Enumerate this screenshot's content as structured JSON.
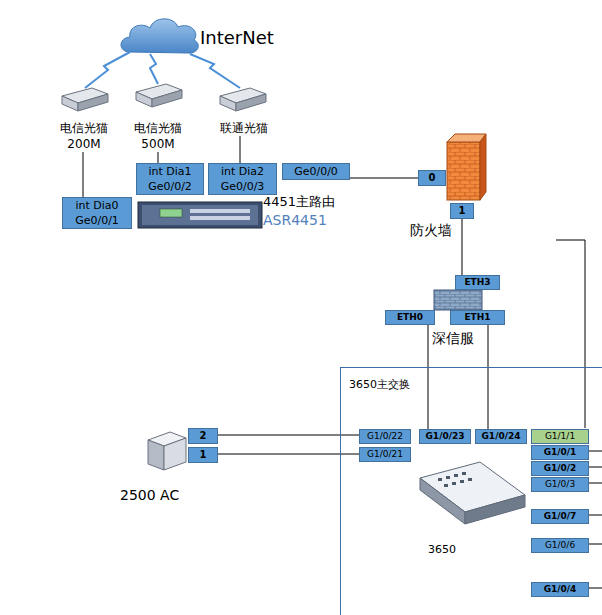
{
  "diagram": {
    "nodes": [
      {
        "text": [
          "电信光猫",
          "200M"
        ]
      },
      {
        "text": [
          "电信光猫",
          "500M"
        ]
      },
      {
        "text": [
          "联通光猫"
        ]
      },
      {
        "text": [
          "int Dia0",
          "Ge0/0/1"
        ]
      },
      {
        "text": [
          "int Dia1",
          "Ge0/0/2"
        ]
      },
      {
        "text": [
          "int Dia2",
          "Ge0/0/3"
        ]
      },
      {
        "text": [
          "Ge0/0/0"
        ]
      },
      {
        "text": [
          "0"
        ]
      },
      {
        "text": [
          "1"
        ]
      },
      {
        "text": [
          "ETH3"
        ]
      },
      {
        "text": [
          "ETH0"
        ]
      },
      {
        "text": [
          "ETH1"
        ]
      },
      {
        "text": [
          "2"
        ]
      },
      {
        "text": [
          "1"
        ]
      },
      {
        "text": [
          "3650主交换"
        ]
      },
      {
        "text": [
          "G1/0/22"
        ],
        "in": 14
      },
      {
        "text": [
          "G1/0/21"
        ],
        "in": 14
      },
      {
        "text": [
          "G1/0/23"
        ],
        "in": 14
      },
      {
        "text": [
          "G1/0/24"
        ],
        "in": 14
      },
      {
        "text": [
          "G1/1/1"
        ],
        "in": 14
      },
      {
        "text": [
          "G1/0/1"
        ],
        "in": 14
      },
      {
        "text": [
          "G1/0/2"
        ],
        "in": 14
      },
      {
        "text": [
          "G1/0/3"
        ],
        "in": 14
      },
      {
        "text": [
          "G1/0/7"
        ],
        "in": 14
      },
      {
        "text": [
          "G1/0/6"
        ],
        "in": 14
      },
      {
        "text": [
          "G1/0/4"
        ],
        "in": 14
      }
    ],
    "edges": [
      {
        "from": 0,
        "to": 3,
        "arrow": "none"
      },
      {
        "from": 1,
        "to": 4,
        "arrow": "none"
      },
      {
        "from": 2,
        "to": 5,
        "arrow": "none"
      },
      {
        "from": 6,
        "to": 7,
        "arrow": "none"
      },
      {
        "from": 8,
        "to": 9,
        "arrow": "none"
      },
      {
        "from": 10,
        "to": 17,
        "arrow": "none"
      },
      {
        "from": 11,
        "to": 18,
        "arrow": "none"
      },
      {
        "from": 12,
        "to": 15,
        "arrow": "none"
      },
      {
        "from": 13,
        "to": 16,
        "arrow": "none"
      }
    ],
    "labels": [
      "InterNet",
      "4451主路由",
      "ASR4451",
      "防火墙",
      "深信服",
      "2500 AC",
      "3650"
    ]
  }
}
